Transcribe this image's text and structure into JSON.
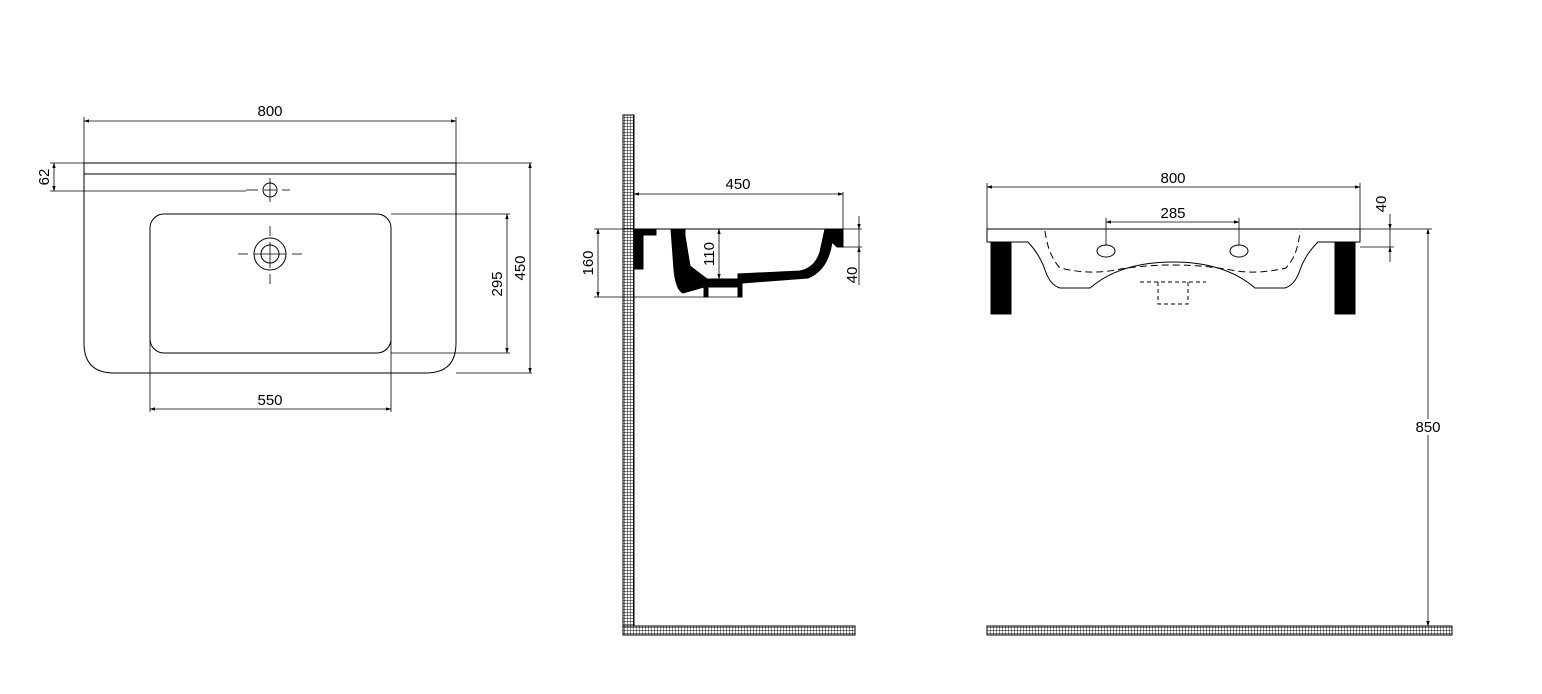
{
  "drawing": {
    "top_view": {
      "width_total": "800",
      "rim_depth": "62",
      "depth_total": "450",
      "basin_depth": "295",
      "basin_width": "550"
    },
    "side_view": {
      "depth": "450",
      "height": "160",
      "basin_height": "110",
      "rim_thickness": "40"
    },
    "front_view": {
      "width_total": "800",
      "tap_spacing": "285",
      "rim_thickness": "40",
      "mount_height": "850"
    },
    "colors": {
      "line": "#000000",
      "background": "#ffffff"
    }
  }
}
